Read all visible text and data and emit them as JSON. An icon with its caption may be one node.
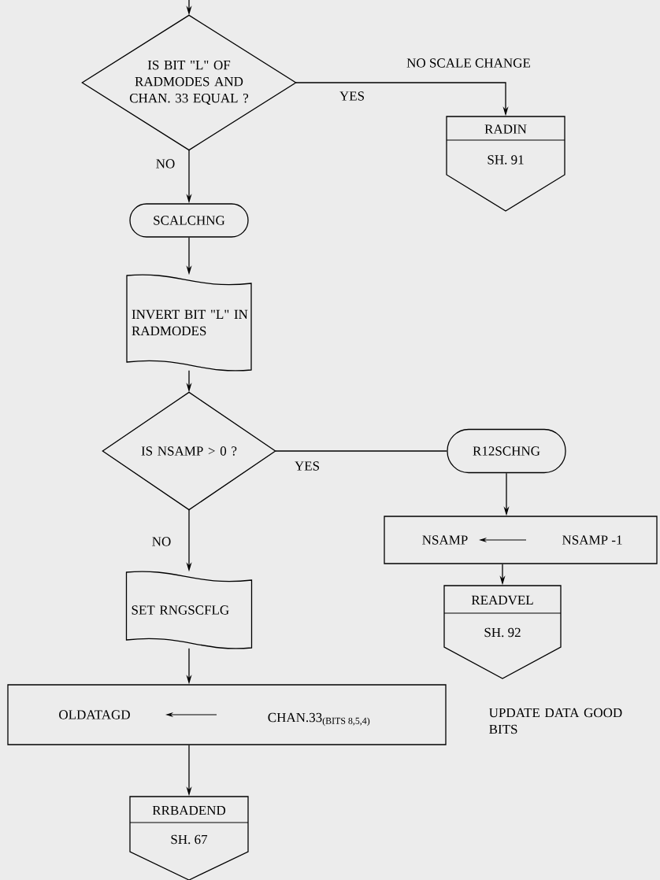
{
  "diagram": {
    "nodes": [
      {
        "text": [
          "IS BIT \"L\" OF RADMODES AND CHAN. 33 EQUAL ?"
        ]
      },
      {
        "text": [
          "RADIN",
          "SH. 91"
        ]
      },
      {
        "text": [
          "SCALCHNG"
        ]
      },
      {
        "text": [
          "INVERT BIT \"L\" IN RADMODES"
        ]
      },
      {
        "text": [
          "IS NSAMP > 0 ?"
        ]
      },
      {
        "text": [
          "R12SCHNG"
        ]
      },
      {
        "text": [
          "NSAMP",
          "NSAMP -1"
        ]
      },
      {
        "text": [
          "READVEL",
          "SH. 92"
        ]
      },
      {
        "text": [
          "SET RNGSCFLG"
        ]
      },
      {
        "text": [
          "OLDATAGD",
          "CHAN.33$_{(BITS 8,5,4)}$"
        ]
      },
      {
        "text": [
          "RRBADEND",
          "SH. 67"
        ]
      }
    ],
    "edges": [
      {
        "from": null,
        "to": 0,
        "arrow": "to"
      },
      {
        "from": 0,
        "to": 1,
        "arrow": "to",
        "label": "YES"
      },
      {
        "from": 0,
        "to": 2,
        "arrow": "to",
        "label": "NO"
      },
      {
        "from": 2,
        "to": 3,
        "arrow": "to"
      },
      {
        "from": 3,
        "to": 4,
        "arrow": "to"
      },
      {
        "from": 4,
        "to": 5,
        "arrow": "none",
        "label": "YES"
      },
      {
        "from": 5,
        "to": 6,
        "arrow": "to"
      },
      {
        "from": 6,
        "to": 7,
        "arrow": "to"
      },
      {
        "from": 4,
        "to": 8,
        "arrow": "to",
        "label": "NO"
      },
      {
        "from": 8,
        "to": 9,
        "arrow": "to"
      },
      {
        "from": 9,
        "to": 10,
        "arrow": "to"
      }
    ],
    "labels": [
      "NO SCALE CHANGE",
      "UPDATE DATA GOOD BITS"
    ]
  }
}
